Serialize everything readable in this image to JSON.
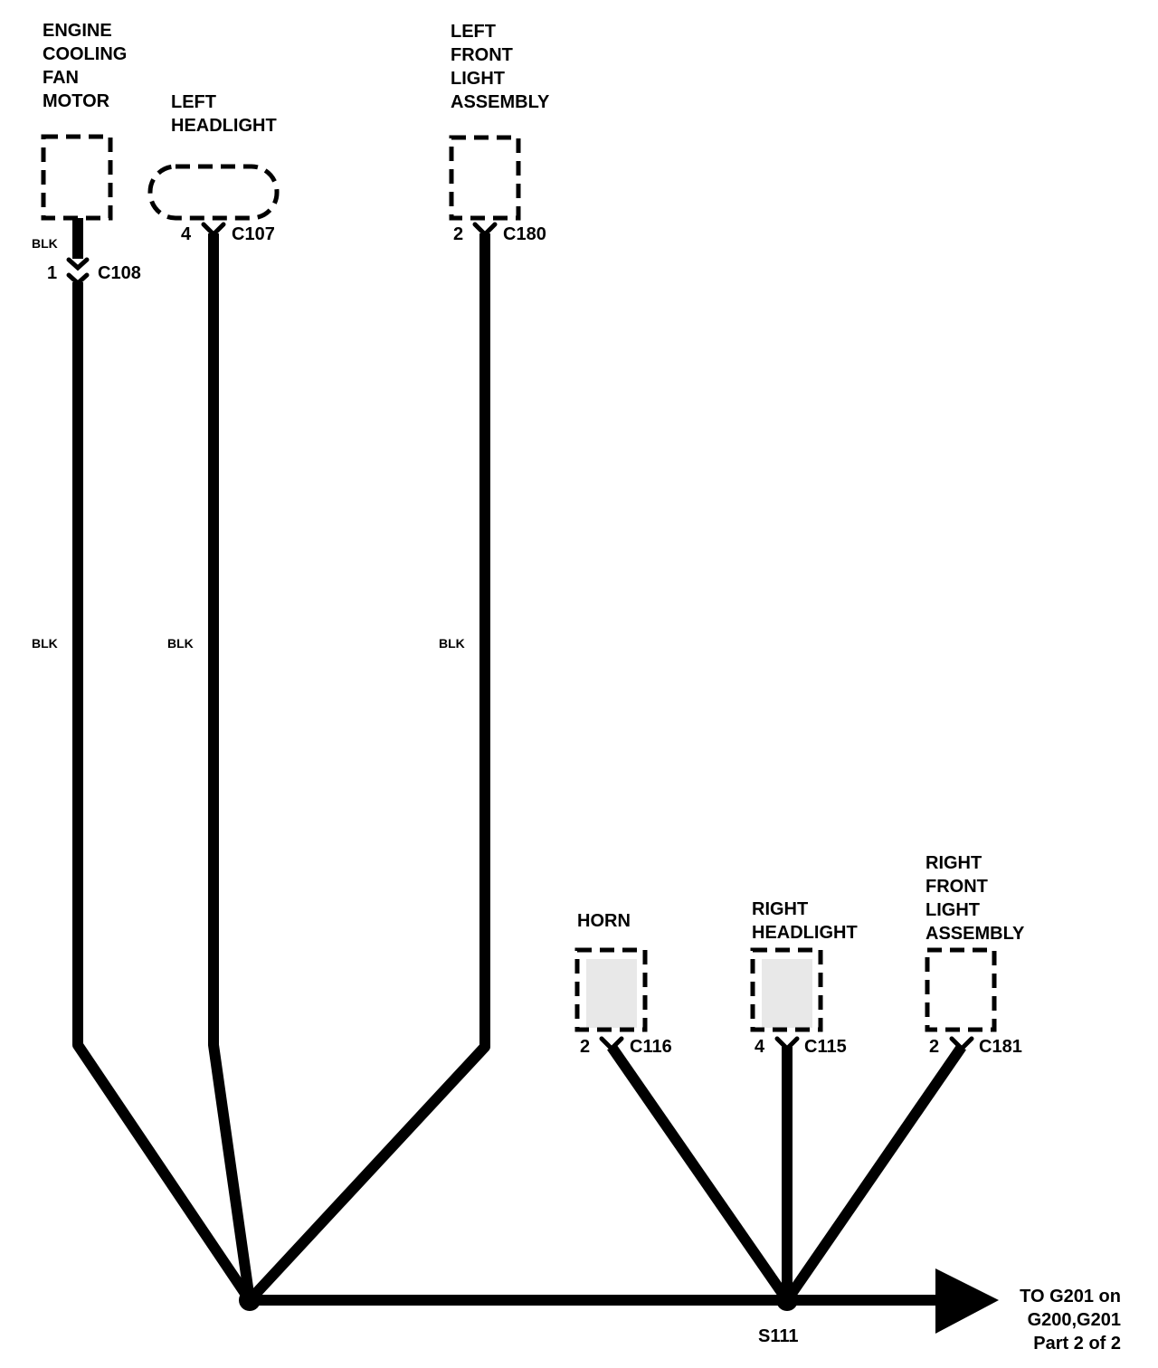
{
  "components": {
    "engine_cooling_fan_motor": [
      "ENGINE",
      "COOLING",
      "FAN",
      "MOTOR"
    ],
    "left_headlight": [
      "LEFT",
      "HEADLIGHT"
    ],
    "left_front_light_assembly": [
      "LEFT",
      "FRONT",
      "LIGHT",
      "ASSEMBLY"
    ],
    "horn": [
      "HORN"
    ],
    "right_headlight": [
      "RIGHT",
      "HEADLIGHT"
    ],
    "right_front_light_assembly": [
      "RIGHT",
      "FRONT",
      "LIGHT",
      "ASSEMBLY"
    ]
  },
  "connectors": {
    "c108": {
      "pin": "1",
      "id": "C108"
    },
    "c107": {
      "pin": "4",
      "id": "C107"
    },
    "c180": {
      "pin": "2",
      "id": "C180"
    },
    "c116": {
      "pin": "2",
      "id": "C116"
    },
    "c115": {
      "pin": "4",
      "id": "C115"
    },
    "c181": {
      "pin": "2",
      "id": "C181"
    }
  },
  "wire_colors": {
    "fan_top": "BLK",
    "fan": "BLK",
    "left_headlight": "BLK",
    "left_front_light": "BLK"
  },
  "splice": {
    "id": "S111"
  },
  "destination": [
    "TO G201 on",
    "G200,G201",
    "Part 2 of 2"
  ]
}
